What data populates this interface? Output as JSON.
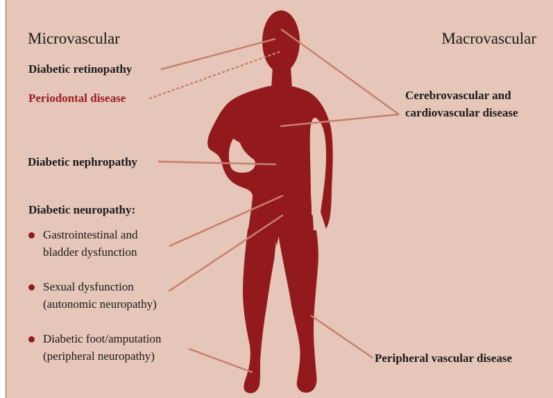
{
  "headings": {
    "left": "Microvascular",
    "right": "Macrovascular"
  },
  "labels": {
    "retinopathy": "Diabetic retinopathy",
    "periodontal": "Periodontal disease",
    "nephropathy": "Diabetic nephropathy",
    "neuropathy": "Diabetic neuropathy:",
    "cerebro_line1": "Cerebrovascular and",
    "cerebro_line2": "cardiovascular disease",
    "peripheral": "Peripheral vascular disease"
  },
  "neuropathy_items": [
    {
      "line1": "Gastrointestinal and",
      "line2": "bladder dysfunction"
    },
    {
      "line1": "Sexual dysfunction",
      "line2": "(autonomic neuropathy)"
    },
    {
      "line1": "Diabetic foot/amputation",
      "line2": "(peripheral neuropathy)"
    }
  ],
  "colors": {
    "background": "#e5c6b8",
    "figure": "#921a1d",
    "leader_line": "#c8806c",
    "highlight_text": "#9c1c22",
    "bullet": "#921a1d"
  }
}
